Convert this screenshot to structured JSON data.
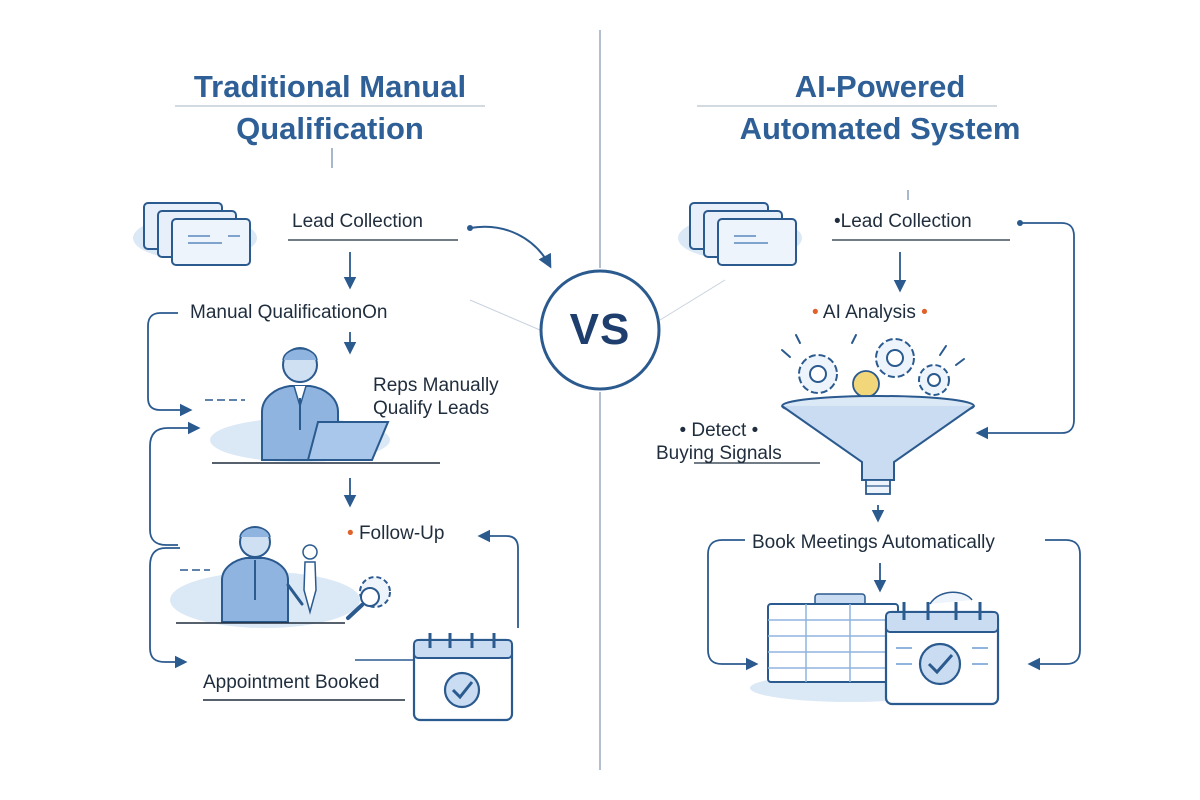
{
  "left": {
    "title_line1": "Traditional Manual",
    "title_line2": "Qualification",
    "steps": {
      "lead_collection": "Lead Collection",
      "manual_qualification": "Manual QualificationOn",
      "reps_line1": "Reps Manually",
      "reps_line2": "Qualify Leads",
      "follow_up": "Follow-Up",
      "appointment_booked": "Appointment Booked"
    }
  },
  "center": {
    "vs": "VS"
  },
  "right": {
    "title_line1": "AI-Powered",
    "title_line2": "Automated System",
    "steps": {
      "lead_collection": "Lead Collection",
      "ai_analysis": "AI Analysis",
      "detect_line1": "Detect",
      "detect_line2": "Buying Signals",
      "book_meetings": "Book Meetings Automatically"
    }
  },
  "colors": {
    "title": "#2e5f96",
    "line": "#3b6ea5",
    "fill_light": "#c9dcf2",
    "fill_mid": "#8fb4e0",
    "accent": "#e0622a",
    "coin": "#f2d77a"
  },
  "icons": [
    "lead-cards-icon",
    "rep-at-laptop-icon",
    "rep-on-phone-icon",
    "gear-search-icon",
    "calendar-check-icon",
    "gears-icon",
    "funnel-icon",
    "spreadsheet-icon"
  ]
}
